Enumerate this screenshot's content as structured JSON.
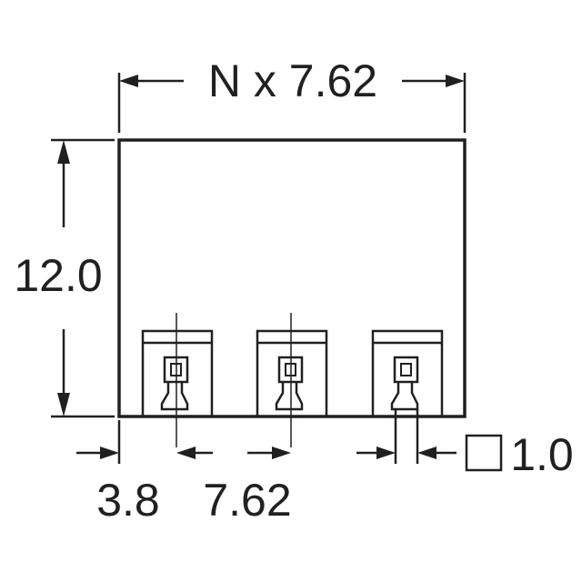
{
  "dimensions": {
    "width_label": "N x 7.62",
    "height_label": "12.0",
    "edge_offset_label": "3.8",
    "pitch_label": "7.62",
    "pin_size_label": "1.0"
  },
  "pin_count": 3,
  "colors": {
    "line": "#231f20",
    "background": "#ffffff"
  }
}
